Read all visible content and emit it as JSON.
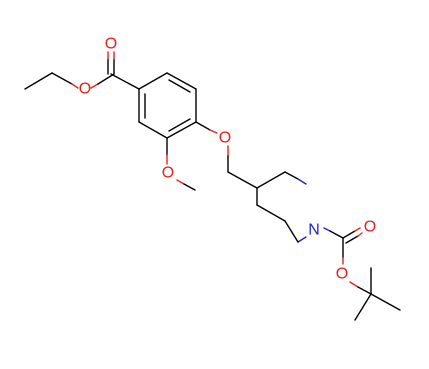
{
  "molecule": {
    "atoms": {
      "carbonyl_O_ester": {
        "label": "O",
        "color": "#e8221b"
      },
      "ether_O_ester": {
        "label": "O",
        "color": "#e8221b"
      },
      "methoxy_O": {
        "label": "O",
        "color": "#e8221b"
      },
      "aryl_ether_O": {
        "label": "O",
        "color": "#e8221b"
      },
      "piperidine_N": {
        "label": "N",
        "color": "#1f1fd6"
      },
      "carbonyl_O_boc": {
        "label": "O",
        "color": "#e8221b"
      },
      "ether_O_boc": {
        "label": "O",
        "color": "#e8221b"
      }
    },
    "colors": {
      "bond": "#000000",
      "oxygen": "#e8221b",
      "nitrogen": "#1f1fd6"
    }
  }
}
